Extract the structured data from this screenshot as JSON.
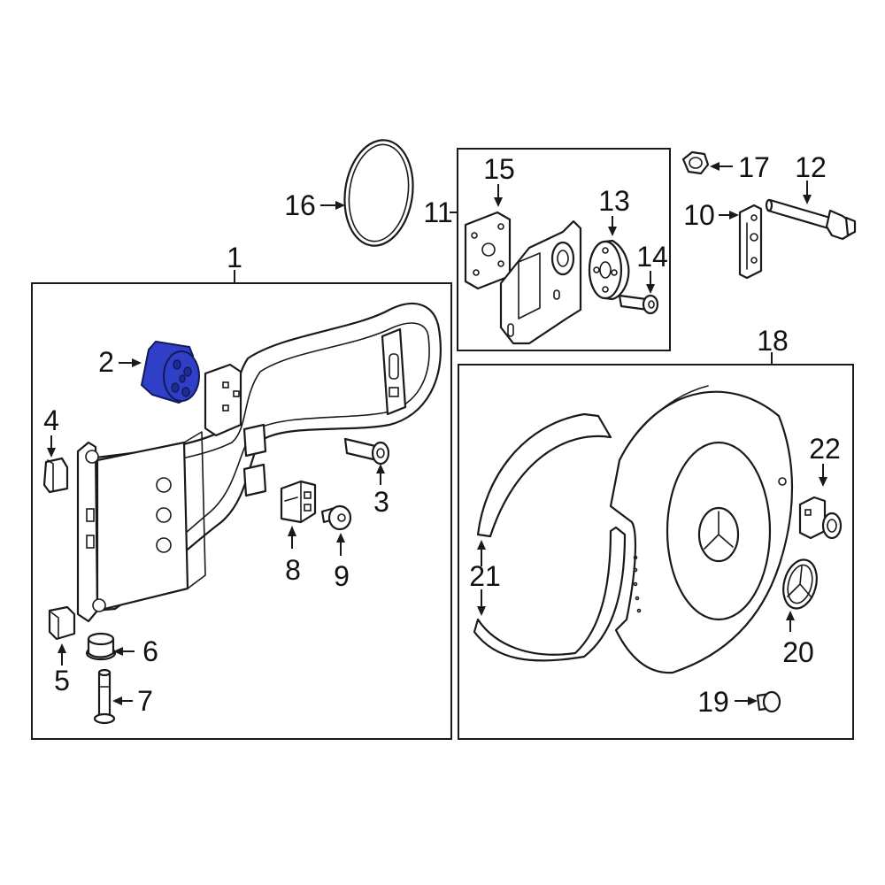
{
  "diagram": {
    "highlight_color": "#2f3fc8",
    "line_color": "#1a1a1a",
    "callouts": [
      {
        "id": "c1",
        "label": "1"
      },
      {
        "id": "c2",
        "label": "2"
      },
      {
        "id": "c3",
        "label": "3"
      },
      {
        "id": "c4",
        "label": "4"
      },
      {
        "id": "c5",
        "label": "5"
      },
      {
        "id": "c6",
        "label": "6"
      },
      {
        "id": "c7",
        "label": "7"
      },
      {
        "id": "c8",
        "label": "8"
      },
      {
        "id": "c9",
        "label": "9"
      },
      {
        "id": "c10",
        "label": "10"
      },
      {
        "id": "c11",
        "label": "11"
      },
      {
        "id": "c12",
        "label": "12"
      },
      {
        "id": "c13",
        "label": "13"
      },
      {
        "id": "c14",
        "label": "14"
      },
      {
        "id": "c15",
        "label": "15"
      },
      {
        "id": "c16",
        "label": "16"
      },
      {
        "id": "c17",
        "label": "17"
      },
      {
        "id": "c18",
        "label": "18"
      },
      {
        "id": "c19",
        "label": "19"
      },
      {
        "id": "c20",
        "label": "20"
      },
      {
        "id": "c21",
        "label": "21"
      },
      {
        "id": "c22",
        "label": "22"
      }
    ]
  }
}
